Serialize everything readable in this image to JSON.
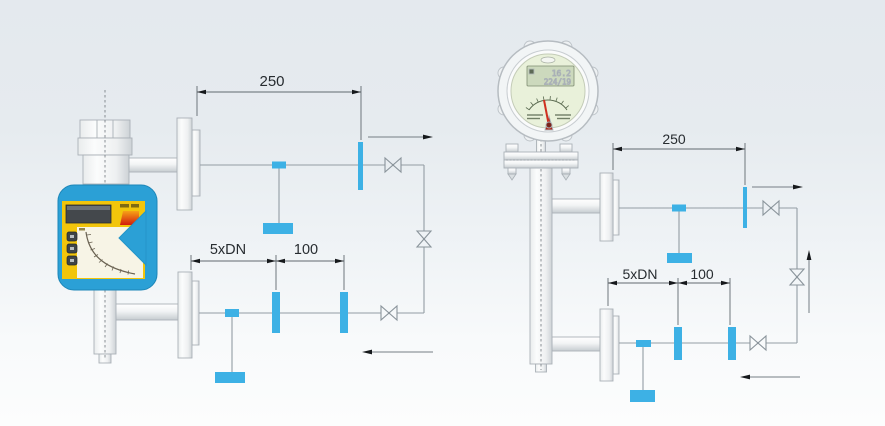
{
  "page": {
    "description": "Installation drawing: two variable-area flowmeter mounting schematics with inlet/outlet run dimensions"
  },
  "left_diagram": {
    "dim_top": "250",
    "dim_inlet": "5xDN",
    "dim_outlet": "100"
  },
  "right_diagram": {
    "dim_top": "250",
    "dim_inlet": "5xDN",
    "dim_outlet": "100",
    "gauge_lcd_row1": "16.2",
    "gauge_lcd_row2": "224/19"
  },
  "colors": {
    "accent_blue": "#3db1e5",
    "schematic_line": "#939da4",
    "dimension_text": "#272c30",
    "housing_blue": "#2ba0d6",
    "faceplate_yellow": "#f2c50b",
    "scale_cream": "#f7f4e6",
    "lcd_dark": "#44484c",
    "logo_red": "#d92c10",
    "gauge_face_green": "#e9f1da",
    "gauge_lcd_green": "#ccd9bd",
    "needle_red": "#cf3020",
    "background_top": "#e4e9ee",
    "background_bottom": "#fbfcfd"
  }
}
